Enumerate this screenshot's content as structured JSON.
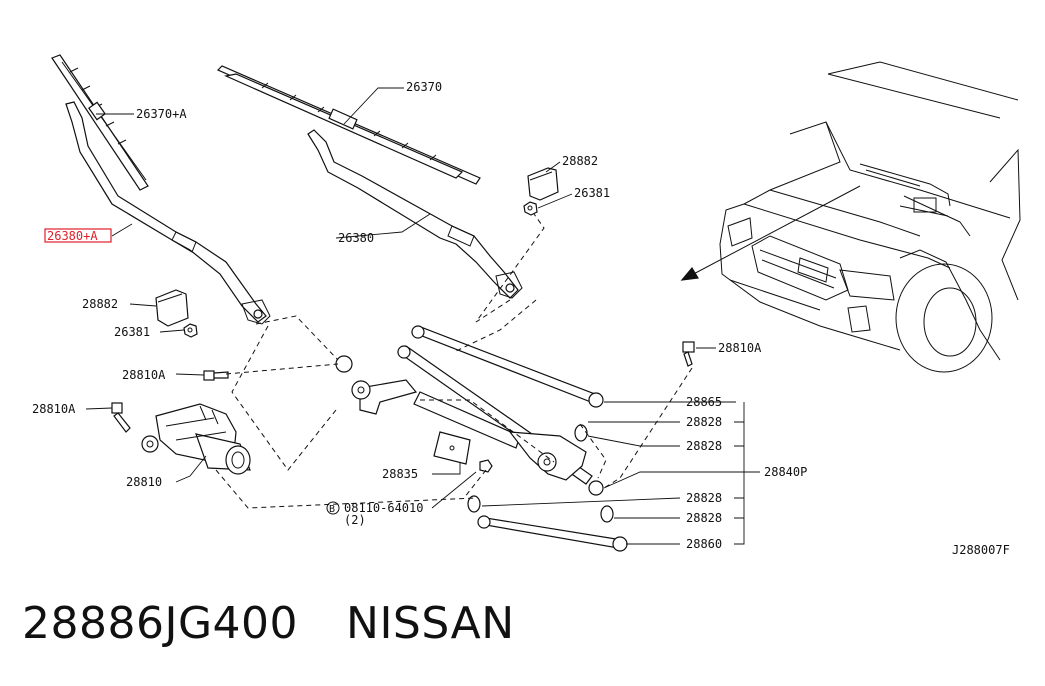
{
  "labels": {
    "blade_left": "26370+A",
    "blade_right": "26370",
    "arm_left": "26380+A",
    "arm_right": "26380",
    "cap_right": "28882",
    "nut_right": "26381",
    "cap_left": "28882",
    "nut_left": "26381",
    "bolt_pivot": "28810A",
    "bolt_motor": "28810A",
    "bolt_right": "28810A",
    "motor": "28810",
    "bracket": "28835",
    "bolt_spec": "08110-64010",
    "bolt_qty": "(2)",
    "bolt_mark": "B",
    "link_rod_upper": "28865",
    "bush_1": "28828",
    "bush_2": "28828",
    "linkage_assy": "28840P",
    "bush_3": "28828",
    "bush_4": "28828",
    "link_rod_lower": "28860",
    "diagram_code": "J288007F"
  },
  "footer": {
    "part_number": "28886JG400",
    "manufacturer": "NISSAN"
  },
  "colors": {
    "highlight": "#e0202a",
    "ink": "#111111"
  }
}
